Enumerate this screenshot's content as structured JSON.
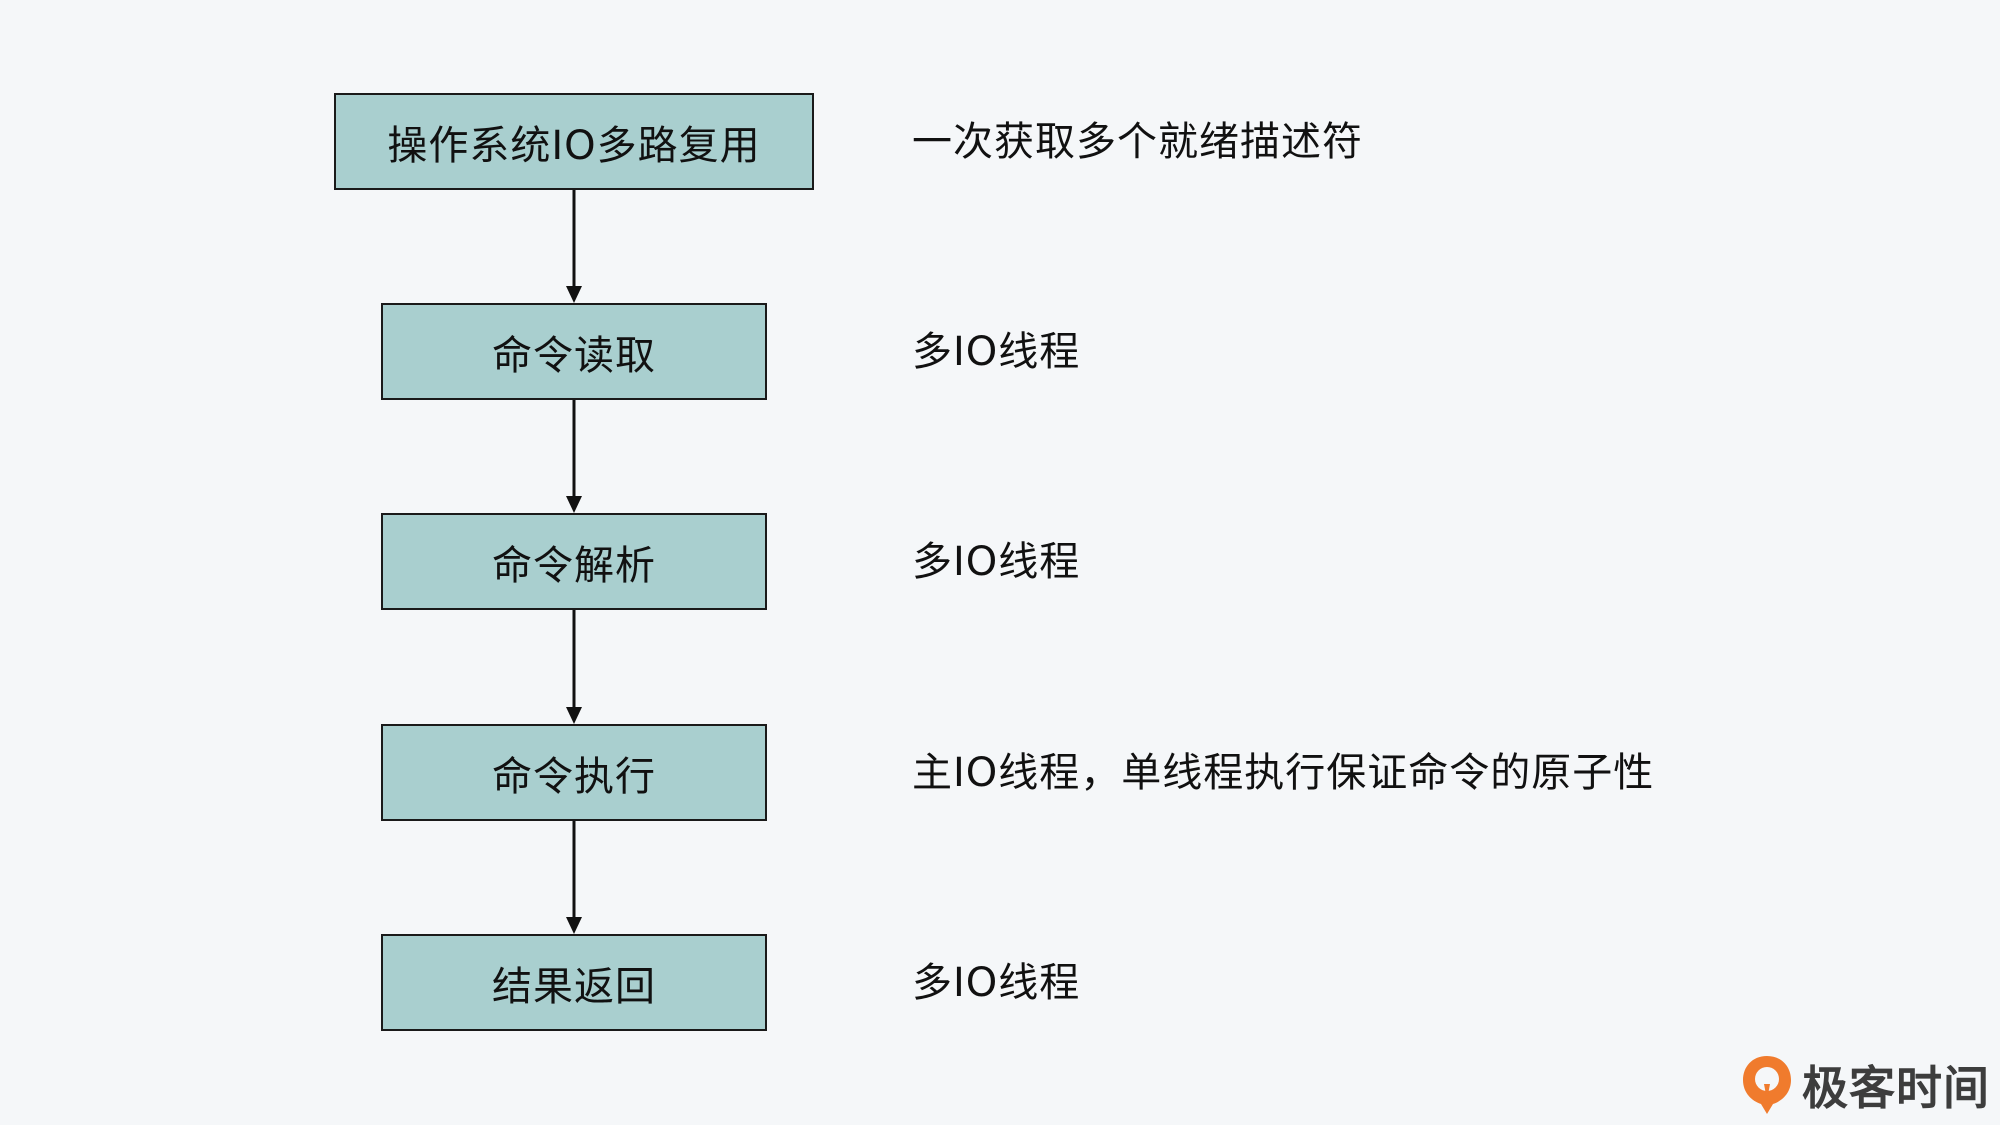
{
  "colors": {
    "background": "#f5f7f9",
    "box_fill": "#a9cfcf",
    "box_border": "#1a1a1a",
    "arrow": "#111111",
    "logo_orange": "#f07b2d",
    "logo_text": "#3d3d3d"
  },
  "steps": [
    {
      "label": "操作系统IO多路复用",
      "note": "一次获取多个就绪描述符"
    },
    {
      "label": "命令读取",
      "note": "多IO线程"
    },
    {
      "label": "命令解析",
      "note": "多IO线程"
    },
    {
      "label": "命令执行",
      "note": "主IO线程，单线程执行保证命令的原子性"
    },
    {
      "label": "结果返回",
      "note": "多IO线程"
    }
  ],
  "logo": {
    "icon": "geektime-logo-icon",
    "text": "极客时间"
  }
}
